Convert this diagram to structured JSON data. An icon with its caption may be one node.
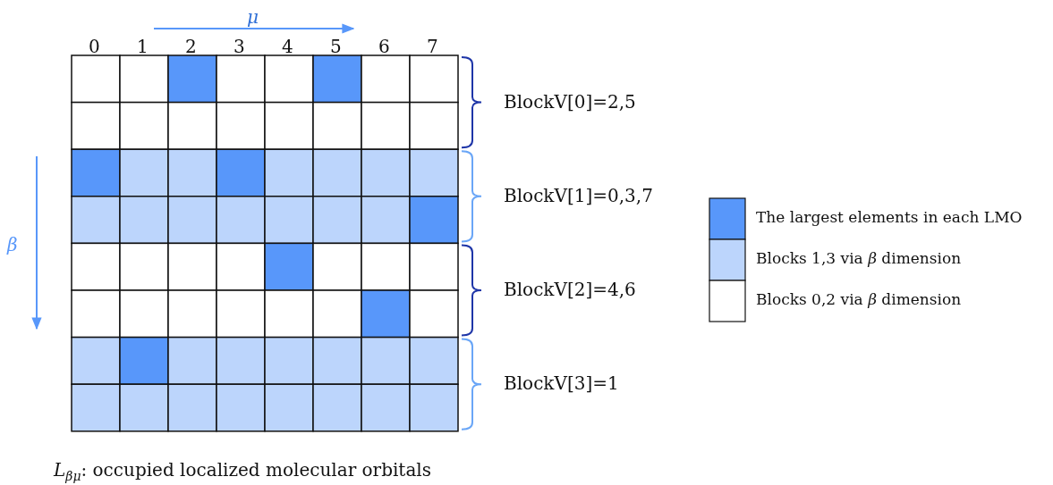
{
  "diagram": {
    "caption": "*L*$_{βμ}$: occupied localized molecular orbitals",
    "labels": [
      "μ",
      "0",
      "1",
      "2",
      "3",
      "4",
      "5",
      "6",
      "7",
      "β",
      "BlockV[0]=2,5",
      "BlockV[1]=0,3,7",
      "BlockV[2]=4,6",
      "BlockV[3]=1"
    ],
    "legend": [
      {
        "text": "The largest elements in each LMO",
        "color": "#5897fa"
      },
      {
        "text": "Blocks 1,3 via *β* dimension",
        "color": "#bcd5fc"
      },
      {
        "text": "Blocks 0,2 via *β* dimension",
        "color": "#ffffff"
      }
    ]
  }
}
